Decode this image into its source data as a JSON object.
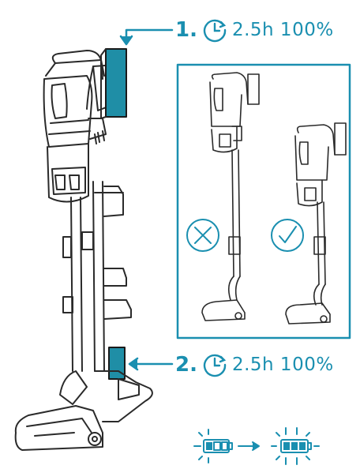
{
  "step1": {
    "number": "1.",
    "text": "2.5h 100%"
  },
  "step2": {
    "number": "2.",
    "text": "2.5h 100%"
  },
  "colors": {
    "accent": "#1a8fb0",
    "teal": "#1f8ea6",
    "line": "#2a2a2a",
    "frame": "#1a8fb0"
  },
  "icons": {
    "clock": "clock-icon",
    "cross": "cross-circle-icon",
    "check": "check-circle-icon",
    "battery_low": "battery-low-icon",
    "battery_full": "battery-full-icon"
  }
}
